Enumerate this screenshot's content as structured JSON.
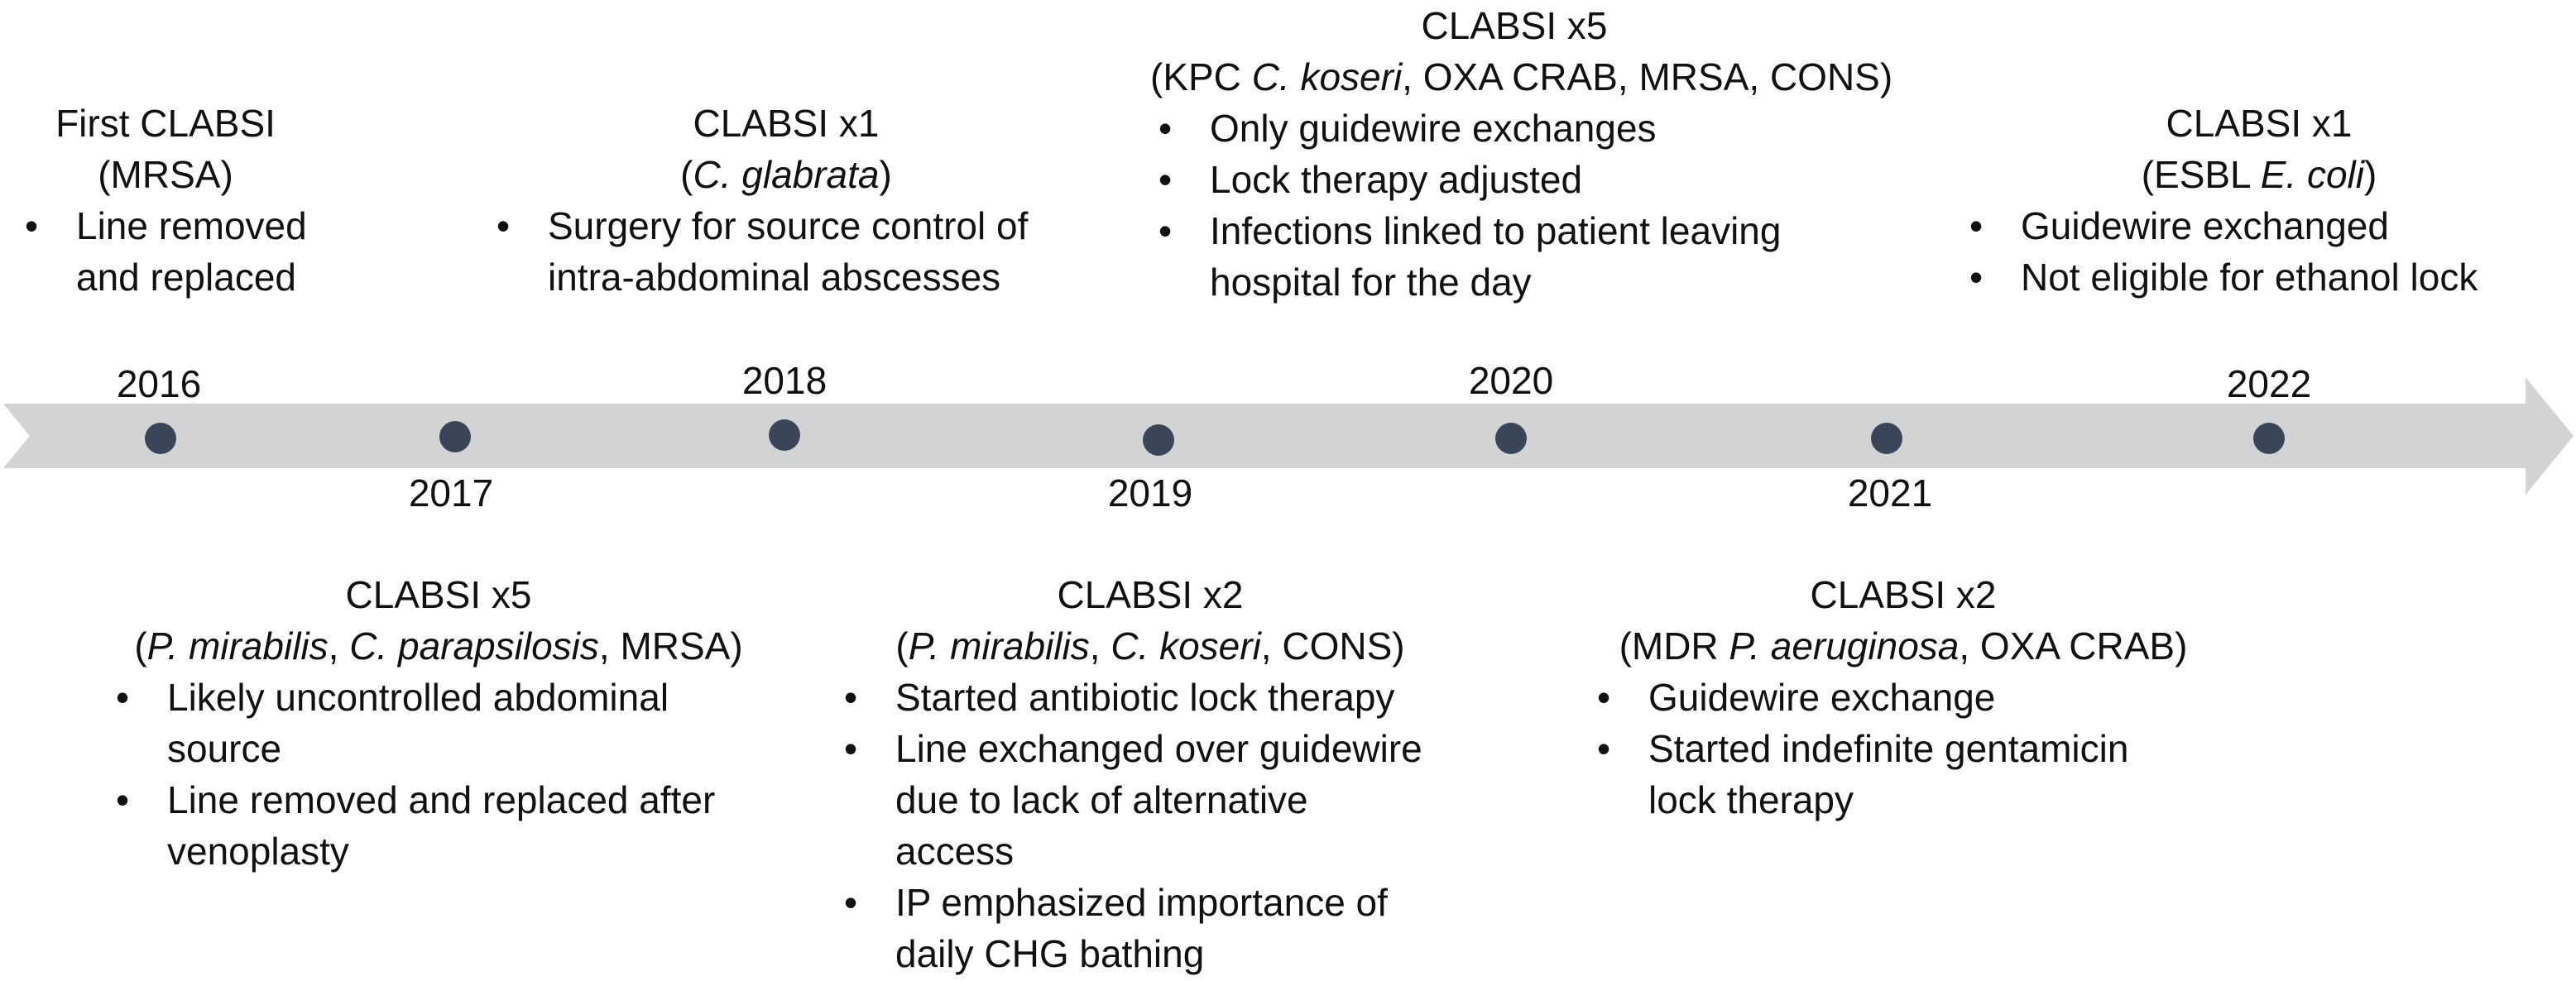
{
  "colors": {
    "arrow": "#d2d3d5",
    "dot": "#3a4658",
    "text": "#111111"
  },
  "years": [
    "2016",
    "2017",
    "2018",
    "2019",
    "2020",
    "2021",
    "2022"
  ],
  "events": [
    {
      "year": "2016",
      "title": "First CLABSI",
      "organisms": [
        {
          "t": "("
        },
        {
          "t": "MRSA"
        },
        {
          "t": ")"
        }
      ],
      "bullets": [
        [
          "Line removed",
          "and replaced"
        ]
      ]
    },
    {
      "year": "2017",
      "title": "CLABSI x5",
      "organisms": [
        {
          "t": "("
        },
        {
          "t": "P. mirabilis",
          "i": true
        },
        {
          "t": ", "
        },
        {
          "t": "C. parapsilosis",
          "i": true
        },
        {
          "t": ", MRSA)"
        }
      ],
      "bullets": [
        [
          "Likely uncontrolled abdominal",
          "source"
        ],
        [
          "Line removed and replaced after",
          "venoplasty"
        ]
      ]
    },
    {
      "year": "2018",
      "title": "CLABSI x1",
      "organisms": [
        {
          "t": "("
        },
        {
          "t": "C. glabrata",
          "i": true
        },
        {
          "t": ")"
        }
      ],
      "bullets": [
        [
          "Surgery for source control of",
          "intra-abdominal abscesses"
        ]
      ]
    },
    {
      "year": "2019",
      "title": "CLABSI x2",
      "organisms": [
        {
          "t": "("
        },
        {
          "t": "P. mirabilis",
          "i": true
        },
        {
          "t": ", "
        },
        {
          "t": "C. koseri",
          "i": true
        },
        {
          "t": ", CONS)"
        }
      ],
      "bullets": [
        [
          "Started antibiotic lock therapy"
        ],
        [
          "Line exchanged over guidewire",
          "due to lack of alternative",
          "access"
        ],
        [
          "IP emphasized importance of",
          "daily CHG bathing"
        ]
      ]
    },
    {
      "year": "2020",
      "title": "CLABSI x5",
      "organisms": [
        {
          "t": "(KPC "
        },
        {
          "t": "C. koseri",
          "i": true
        },
        {
          "t": ", OXA CRAB, MRSA, CONS)"
        }
      ],
      "bullets": [
        [
          "Only guidewire exchanges"
        ],
        [
          "Lock therapy adjusted"
        ],
        [
          "Infections linked to patient leaving",
          "hospital for the day"
        ]
      ]
    },
    {
      "year": "2021",
      "title": "CLABSI x2",
      "organisms": [
        {
          "t": "(MDR "
        },
        {
          "t": "P. aeruginosa",
          "i": true
        },
        {
          "t": ", OXA CRAB)"
        }
      ],
      "bullets": [
        [
          "Guidewire exchange"
        ],
        [
          "Started indefinite gentamicin",
          "lock therapy"
        ]
      ]
    },
    {
      "year": "2022",
      "title": "CLABSI x1",
      "organisms": [
        {
          "t": "(ESBL "
        },
        {
          "t": "E. coli",
          "i": true
        },
        {
          "t": ")"
        }
      ],
      "bullets": [
        [
          "Guidewire exchanged"
        ],
        [
          "Not eligible for ethanol lock"
        ]
      ]
    }
  ]
}
